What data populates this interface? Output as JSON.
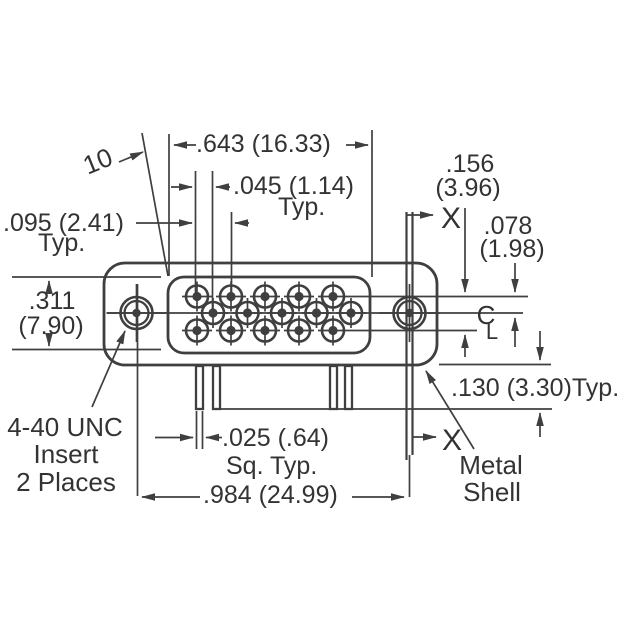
{
  "drawing": {
    "title_hint": "D-sub 15-position connector dimension drawing",
    "colors": {
      "line": "#3f3f3f",
      "text": "#333333",
      "background": "#ffffff"
    },
    "labels": {
      "angle": "10",
      "dim_opening_width": ".643 (16.33)",
      "dim_row_stagger": ".045 (1.14)",
      "dim_row_stagger_typ": "Typ.",
      "dim_pin_pitch": ".095 (2.41)",
      "dim_pin_pitch_typ": "Typ.",
      "dim_opening_height_in": ".311",
      "dim_opening_height_mm": "(7.90)",
      "dim_row_span_in": ".156",
      "dim_row_span_mm": "(3.96)",
      "dim_row_to_center_in": ".078",
      "dim_row_to_center_mm": "(1.98)",
      "section_top": "X",
      "section_bottom": "X",
      "centerline_c": "C",
      "centerline_l": "L",
      "dim_shell_offset": ".130 (3.30)Typ.",
      "mount_note_line1": "4-40 UNC",
      "mount_note_line2": "Insert",
      "mount_note_line3": "2 Places",
      "dim_pin_size": ".025 (.64)",
      "dim_pin_size_typ": "Sq. Typ.",
      "dim_mount_spacing": ".984 (24.99)",
      "shell_note_line1": "Metal",
      "shell_note_line2": "Shell"
    }
  }
}
